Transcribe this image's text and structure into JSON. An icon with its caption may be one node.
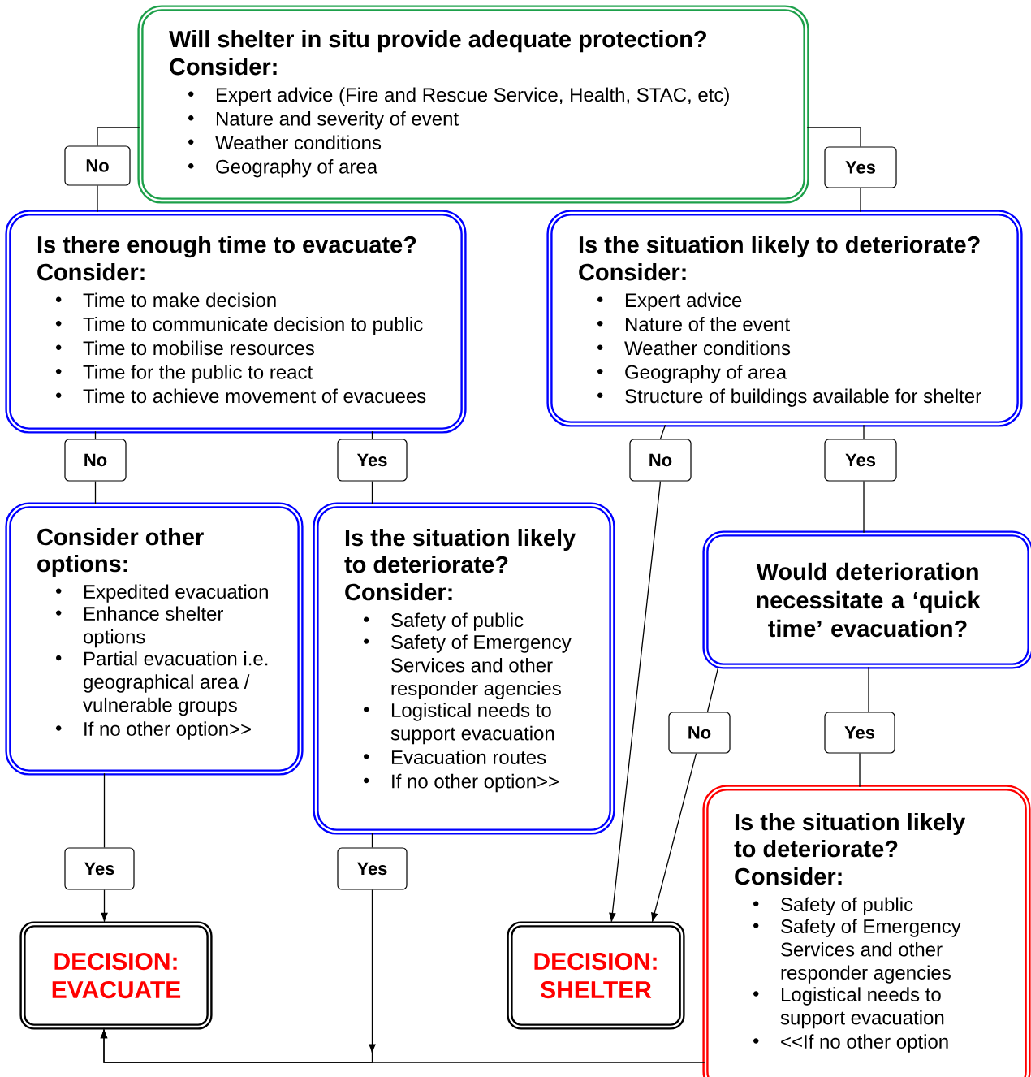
{
  "diagram": {
    "nodes": [
      {
        "text": [
          "Will shelter in situ provide adequate protection?",
          "Consider:",
          "Expert advice (Fire and Rescue Service, Health, STAC, etc)",
          "Nature and severity of event",
          "Weather conditions",
          "Geography of area"
        ]
      },
      {
        "text": [
          "No"
        ]
      },
      {
        "text": [
          "Yes"
        ]
      },
      {
        "text": [
          "Is there enough time to evacuate?",
          "Consider:",
          "Time to make decision",
          "Time to communicate decision to public",
          "Time to mobilise resources",
          "Time for the public to react",
          "Time to achieve movement of evacuees"
        ]
      },
      {
        "text": [
          "Is the situation likely to deteriorate?",
          "Consider:",
          "Expert advice",
          "Nature of the event",
          "Weather conditions",
          "Geography of area",
          "Structure of buildings available for shelter"
        ]
      },
      {
        "text": [
          "No"
        ]
      },
      {
        "text": [
          "Yes"
        ]
      },
      {
        "text": [
          "No"
        ]
      },
      {
        "text": [
          "Yes"
        ]
      },
      {
        "text": [
          "Consider other options:",
          "Expedited evacuation",
          "Enhance shelter options",
          "Partial evacuation i.e. geographical area / vulnerable groups",
          "If no other option>>"
        ]
      },
      {
        "text": [
          "Is the situation likely to deteriorate?",
          "Consider:",
          "Safety of public",
          "Safety of Emergency Services and other responder agencies",
          "Logistical needs to support evacuation",
          "Evacuation routes",
          "If no other option>>"
        ]
      },
      {
        "text": [
          "Would deterioration necessitate a ‘quick time’ evacuation?"
        ]
      },
      {
        "text": [
          "Yes"
        ]
      },
      {
        "text": [
          "Yes"
        ]
      },
      {
        "text": [
          "No"
        ]
      },
      {
        "text": [
          "Yes"
        ]
      },
      {
        "text": [
          "Is the situation likely to deteriorate?",
          "Consider:",
          "Safety of public",
          "Safety of Emergency Services and other responder agencies",
          "Logistical needs to support evacuation",
          "<<If no other option"
        ]
      },
      {
        "text": [
          "DECISION: EVACUATE"
        ]
      },
      {
        "text": [
          "DECISION: SHELTER"
        ]
      }
    ],
    "edges": [
      {
        "from": 0,
        "to": 1,
        "arrow": "none"
      },
      {
        "from": 1,
        "to": 3,
        "arrow": "none"
      },
      {
        "from": 0,
        "to": 2,
        "arrow": "none"
      },
      {
        "from": 2,
        "to": 4,
        "arrow": "none"
      },
      {
        "from": 3,
        "to": 5,
        "arrow": "none"
      },
      {
        "from": 5,
        "to": 9,
        "arrow": "none"
      },
      {
        "from": 3,
        "to": 6,
        "arrow": "none"
      },
      {
        "from": 6,
        "to": 10,
        "arrow": "none"
      },
      {
        "from": 4,
        "to": 7,
        "arrow": "none"
      },
      {
        "from": 7,
        "to": 18,
        "arrow": "to"
      },
      {
        "from": 4,
        "to": 8,
        "arrow": "none"
      },
      {
        "from": 8,
        "to": 11,
        "arrow": "none"
      },
      {
        "from": 9,
        "to": 12,
        "arrow": "none"
      },
      {
        "from": 12,
        "to": 17,
        "arrow": "to"
      },
      {
        "from": 10,
        "to": 13,
        "arrow": "none"
      },
      {
        "from": 13,
        "to": 17,
        "arrow": "to"
      },
      {
        "from": 11,
        "to": 14,
        "arrow": "none"
      },
      {
        "from": 14,
        "to": 18,
        "arrow": "to"
      },
      {
        "from": 11,
        "to": 15,
        "arrow": "none"
      },
      {
        "from": 15,
        "to": 16,
        "arrow": "none"
      },
      {
        "from": 16,
        "to": 17,
        "arrow": "to"
      }
    ]
  }
}
